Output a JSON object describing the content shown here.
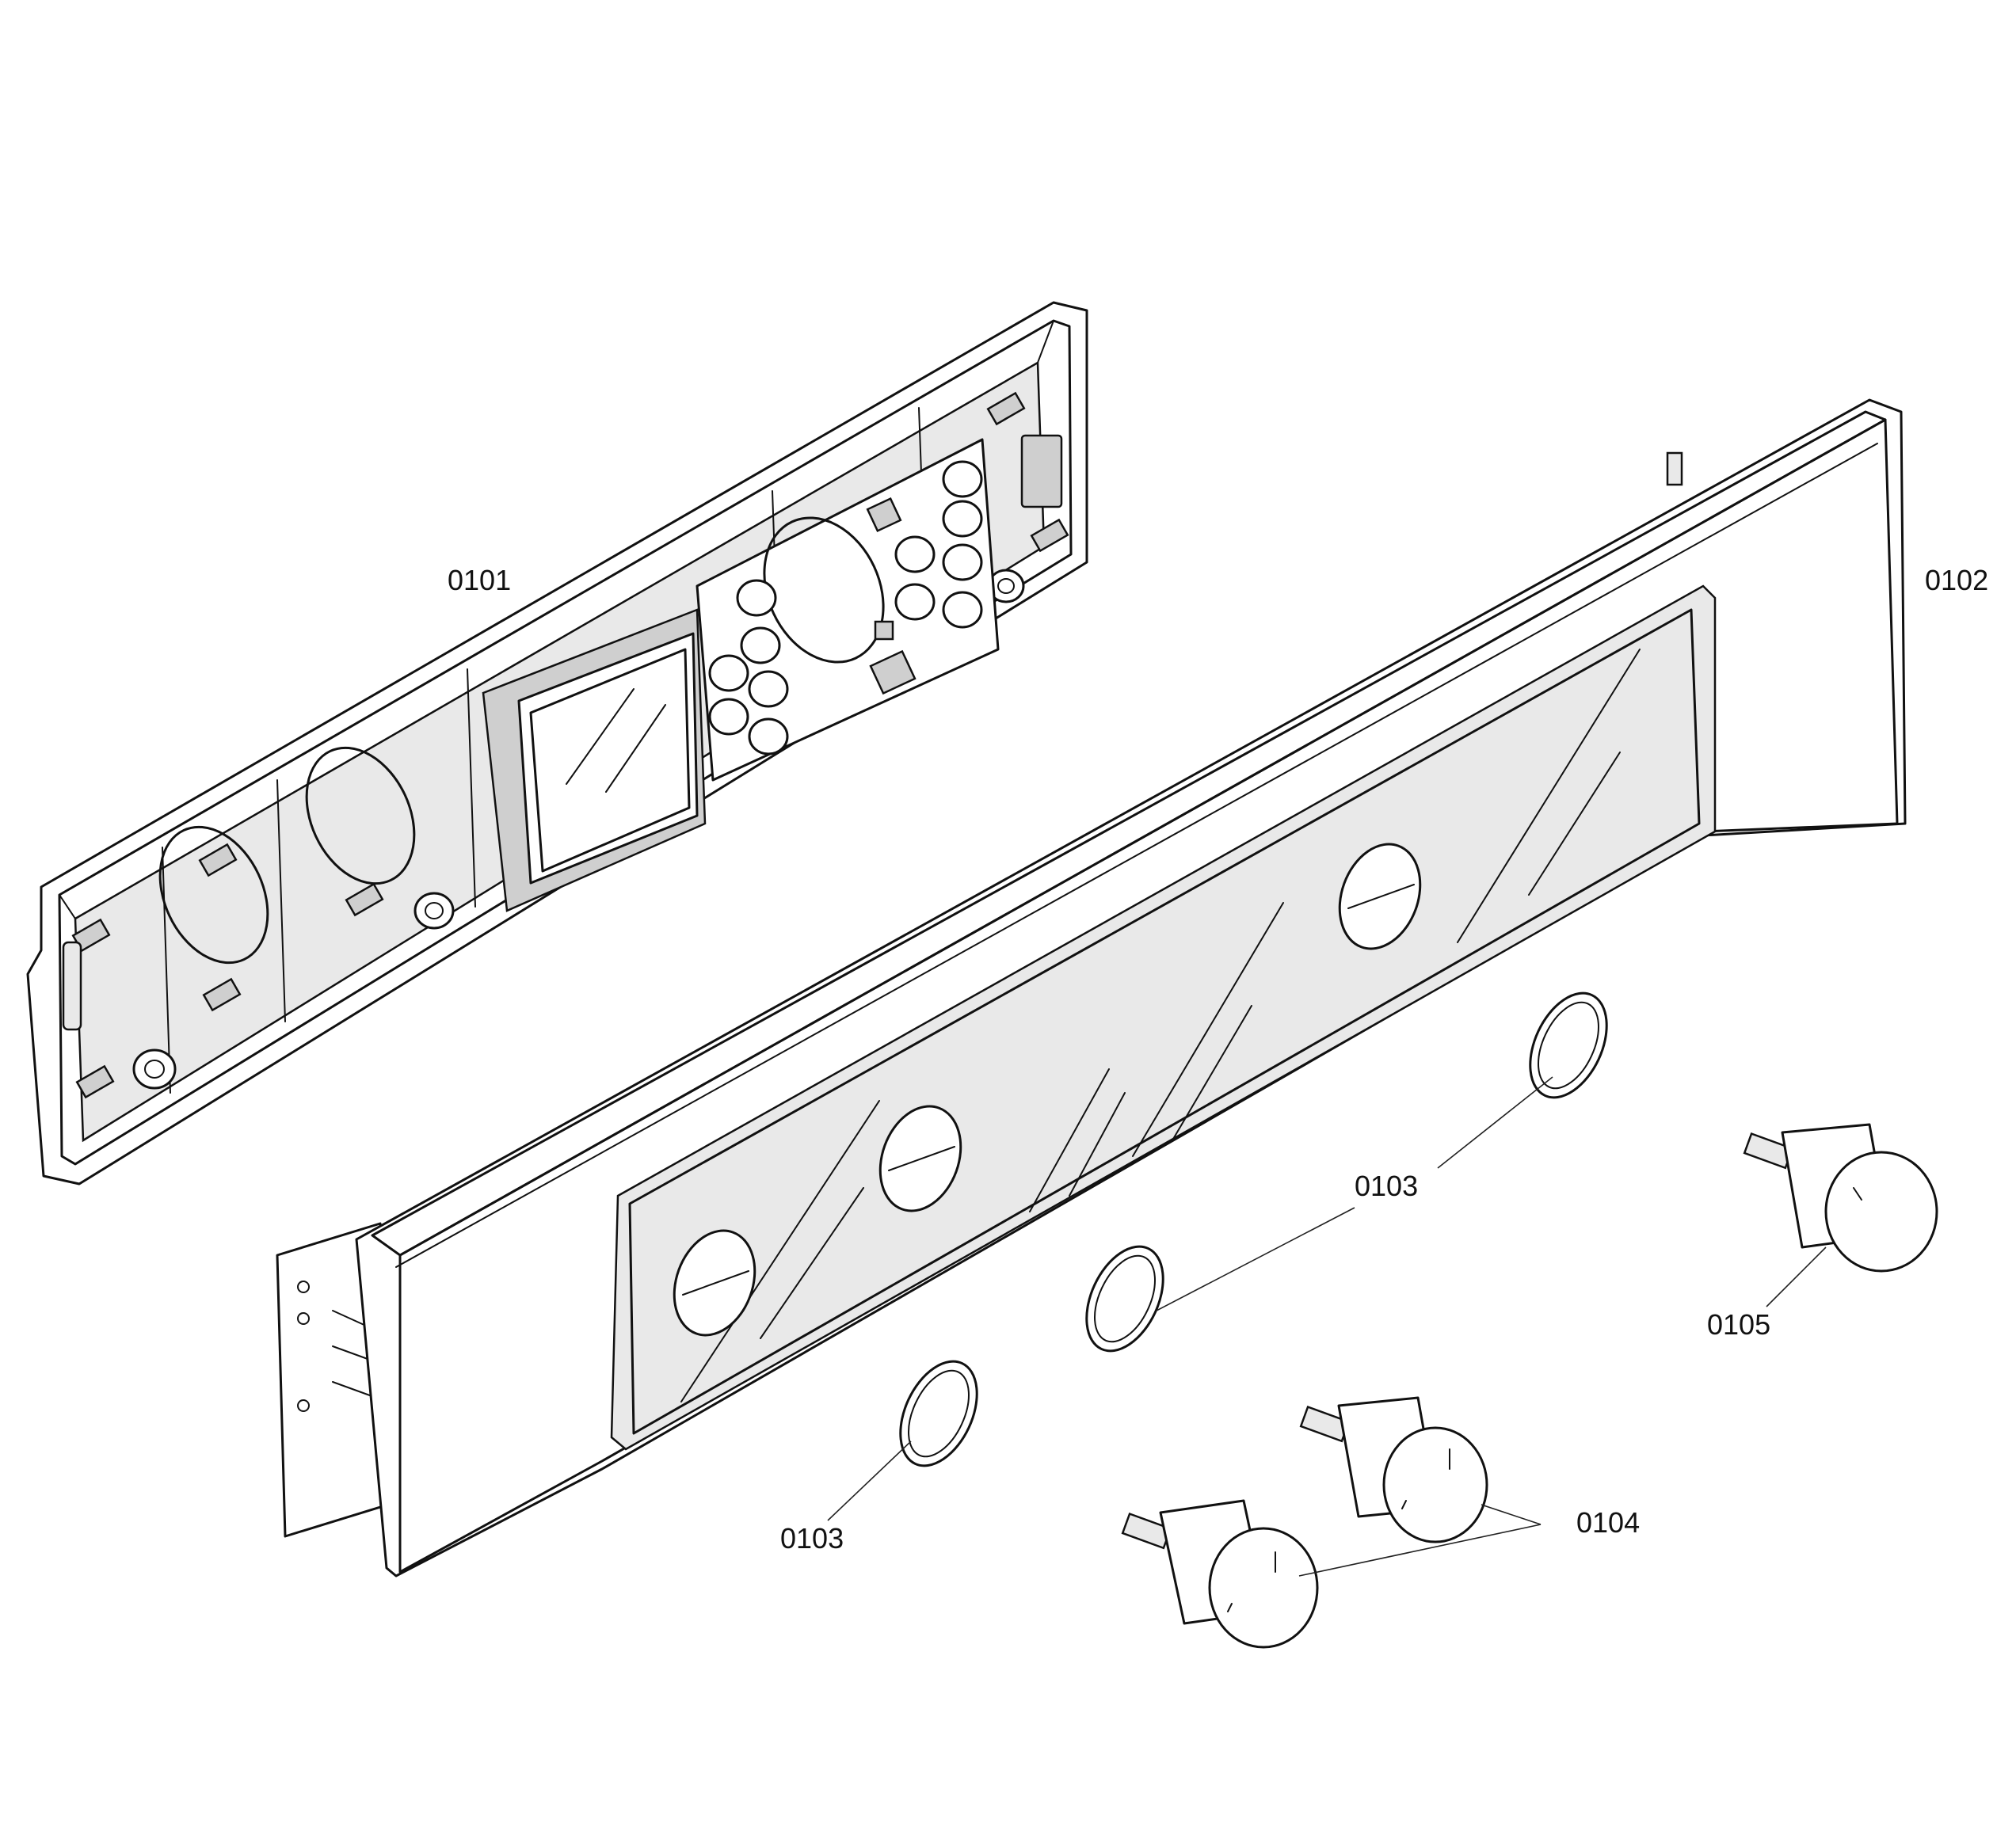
{
  "labels": {
    "p0101": "0101",
    "p0102": "0102",
    "p0103_a": "0103",
    "p0103_b": "0103",
    "p0104": "0104",
    "p0105": "0105"
  },
  "colors": {
    "ink": "#111111",
    "background": "#ffffff",
    "shade": "#e9e9e9"
  }
}
